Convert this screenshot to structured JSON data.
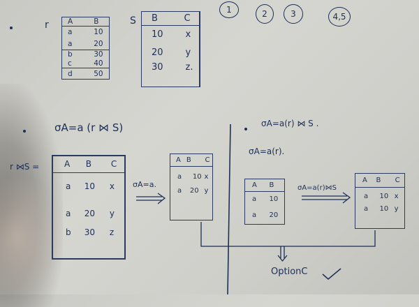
{
  "option_circles": [
    "1",
    "2",
    "3",
    "4,5"
  ],
  "table_r": {
    "label": "r",
    "headers": [
      "A",
      "B"
    ],
    "rows": [
      [
        "a",
        "10"
      ],
      [
        "a",
        "20"
      ],
      [
        "b",
        "30"
      ],
      [
        "c",
        "40"
      ],
      [
        "d",
        "50"
      ]
    ]
  },
  "table_s": {
    "label": "S",
    "headers": [
      "B",
      "C"
    ],
    "rows": [
      [
        "10",
        "x"
      ],
      [
        "20",
        "y"
      ],
      [
        "30",
        "z."
      ]
    ]
  },
  "left_expr": "σA=a (r ⋈ S)",
  "join_label": "r ⋈S =",
  "table_join": {
    "headers": [
      "A",
      "B",
      "C"
    ],
    "rows": [
      [
        "a",
        "10",
        "x"
      ],
      [
        "a",
        "20",
        "y"
      ],
      [
        "b",
        "30",
        "z"
      ]
    ]
  },
  "arrow_label_left": "σA=a.",
  "table_left_result": {
    "headers": [
      "A",
      "B",
      "C"
    ],
    "rows": [
      [
        "a",
        "10",
        "x"
      ],
      [
        "a",
        "20",
        "y"
      ]
    ]
  },
  "right_expr": "σA=a(r) ⋈ S .",
  "right_sub_expr": "σA=a(r).",
  "table_sel_r": {
    "headers": [
      "A",
      "B"
    ],
    "rows": [
      [
        "a",
        "10"
      ],
      [
        "a",
        "20"
      ]
    ]
  },
  "arrow_label_right": "σA=a(r)⋈S",
  "table_right_result": {
    "headers": [
      "A",
      "B",
      "C"
    ],
    "rows": [
      [
        "a",
        "10",
        "x"
      ],
      [
        "a",
        "10",
        "y"
      ]
    ]
  },
  "final_answer": "OptionC"
}
